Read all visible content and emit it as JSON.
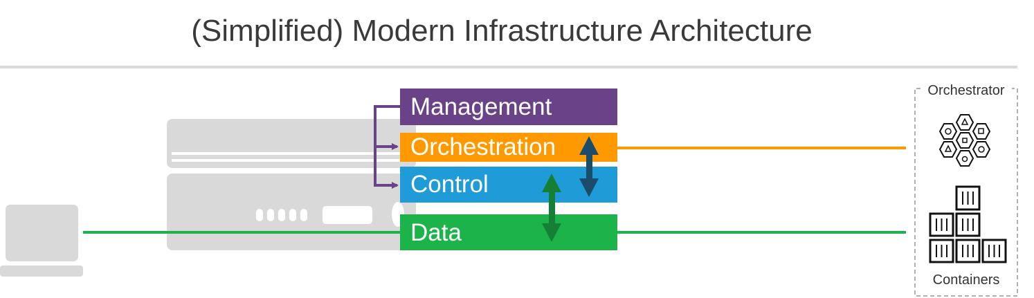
{
  "title": "(Simplified) Modern Infrastructure Architecture",
  "layers": [
    {
      "label": "Management",
      "color": "#6a4288"
    },
    {
      "label": "Orchestration",
      "color": "#ff9900"
    },
    {
      "label": "Control",
      "color": "#1f9cd8"
    },
    {
      "label": "Data",
      "color": "#1db34b"
    }
  ],
  "colors": {
    "device_gray": "#d9d9d9",
    "mgmt_arrow": "#6a4288",
    "orchestration_line": "#ff9900",
    "data_line": "#1db34b",
    "orch_control_arrow": "#1b4d6b",
    "control_data_arrow": "#157f35"
  },
  "orchestrator_box": {
    "top_label": "Orchestrator",
    "bottom_label": "Containers"
  },
  "icons": {
    "laptop": "laptop-icon",
    "router": "router-device-icon",
    "orchestrator": "orchestrator-hexagon-icon",
    "containers": "containers-stack-icon"
  }
}
